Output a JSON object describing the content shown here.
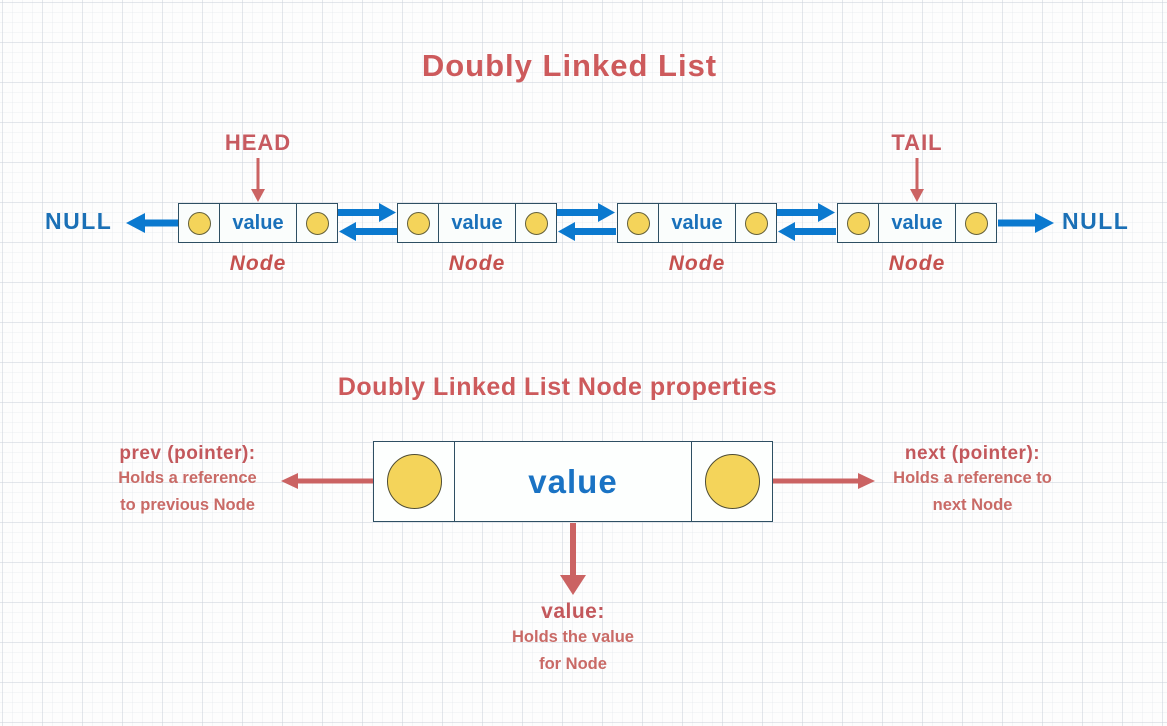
{
  "top_diagram": {
    "title": "Doubly Linked List",
    "head_label": "HEAD",
    "tail_label": "TAIL",
    "null_left": "NULL",
    "null_right": "NULL",
    "nodes": [
      {
        "value": "value",
        "label": "Node"
      },
      {
        "value": "value",
        "label": "Node"
      },
      {
        "value": "value",
        "label": "Node"
      },
      {
        "value": "value",
        "label": "Node"
      }
    ]
  },
  "bottom_diagram": {
    "title": "Doubly Linked List Node properties",
    "node_value": "value",
    "prev_property": {
      "heading": "prev (pointer):",
      "line1": "Holds a reference",
      "line2": "to previous Node"
    },
    "next_property": {
      "heading": "next (pointer):",
      "line1": "Holds a reference to",
      "line2": "next Node"
    },
    "value_property": {
      "heading": "value:",
      "line1": "Holds the value",
      "line2": "for Node"
    }
  },
  "colors": {
    "heading_red": "#cd5a5c",
    "annotation_red": "#c66161",
    "arrow_red": "#cb6363",
    "text_blue": "#1a71ba",
    "arrow_blue": "#0b79cf",
    "pointer_yellow": "#f4d45a",
    "node_border": "#2e4f63"
  }
}
